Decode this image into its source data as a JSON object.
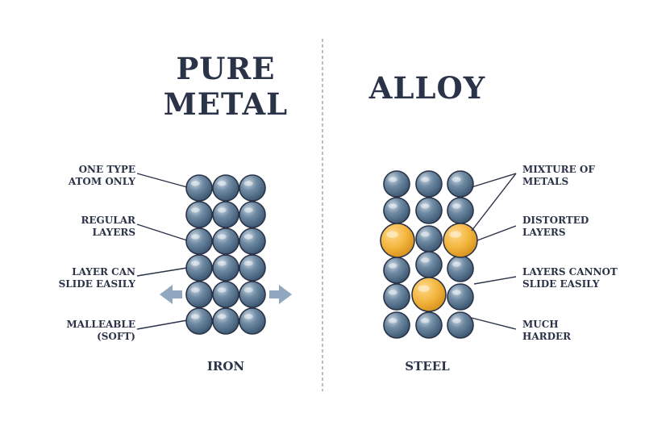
{
  "left_panel": {
    "title_line1": "PURE",
    "title_line2": "METAL",
    "caption": "IRON",
    "labels": [
      {
        "line1": "ONE TYPE",
        "line2": "ATOM ONLY"
      },
      {
        "line1": "REGULAR",
        "line2": "LAYERS"
      },
      {
        "line1": "LAYER CAN",
        "line2": "SLIDE EASILY"
      },
      {
        "line1": "MALLEABLE",
        "line2": "(SOFT)"
      }
    ]
  },
  "right_panel": {
    "title": "ALLOY",
    "caption": "STEEL",
    "labels": [
      {
        "line1": "MIXTURE OF",
        "line2": "METALS"
      },
      {
        "line1": "DISTORTED",
        "line2": "LAYERS"
      },
      {
        "line1": "LAYERS CANNOT",
        "line2": "SLIDE EASILY"
      },
      {
        "line1": "MUCH",
        "line2": "HARDER"
      }
    ]
  },
  "colors": {
    "text": "#2b3348",
    "iron_atom": "#5c7a94",
    "iron_atom_outline": "#2b3348",
    "alloy_atom": "#f0b43c",
    "arrow": "#8fa8bf",
    "divider": "#9aa9bb"
  },
  "icons": [
    "left-arrow-icon",
    "right-arrow-icon"
  ]
}
